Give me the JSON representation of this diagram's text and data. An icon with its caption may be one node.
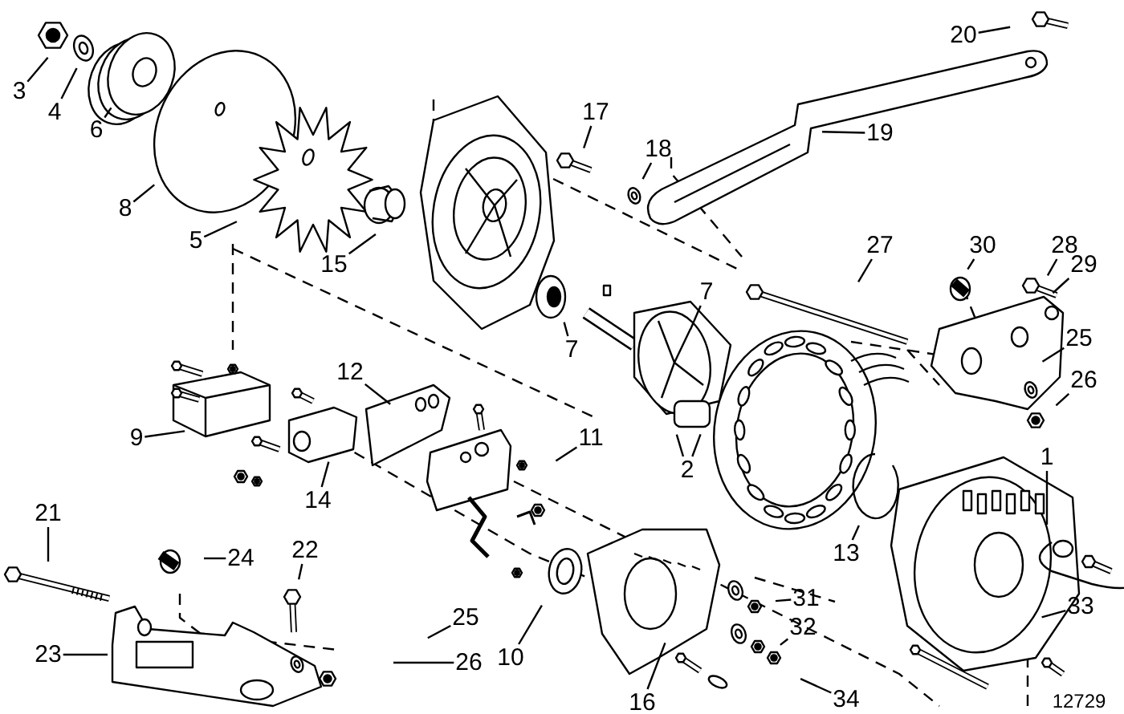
{
  "diagram": {
    "nodes": [
      {
        "text": [
          "3"
        ]
      },
      {
        "text": [
          "4"
        ]
      },
      {
        "text": [
          "6"
        ]
      },
      {
        "text": [
          "8"
        ]
      },
      {
        "text": [
          "5"
        ]
      },
      {
        "text": [
          "15"
        ]
      },
      {
        "text": [
          "20"
        ]
      },
      {
        "text": [
          "17"
        ]
      },
      {
        "text": [
          "18"
        ]
      },
      {
        "text": [
          "19"
        ]
      },
      {
        "text": [
          "7"
        ]
      },
      {
        "text": [
          "7"
        ]
      },
      {
        "text": [
          "27"
        ]
      },
      {
        "text": [
          "30"
        ]
      },
      {
        "text": [
          "28"
        ]
      },
      {
        "text": [
          "29"
        ]
      },
      {
        "text": [
          "25"
        ]
      },
      {
        "text": [
          "26"
        ]
      },
      {
        "text": [
          "12"
        ]
      },
      {
        "text": [
          "11"
        ]
      },
      {
        "text": [
          "9"
        ]
      },
      {
        "text": [
          "14"
        ]
      },
      {
        "text": [
          "2"
        ]
      },
      {
        "text": [
          "1"
        ]
      },
      {
        "text": [
          "13"
        ]
      },
      {
        "text": [
          "21"
        ]
      },
      {
        "text": [
          "24"
        ]
      },
      {
        "text": [
          "22"
        ]
      },
      {
        "text": [
          "23"
        ]
      },
      {
        "text": [
          "25"
        ]
      },
      {
        "text": [
          "26"
        ]
      },
      {
        "text": [
          "10"
        ]
      },
      {
        "text": [
          "16"
        ]
      },
      {
        "text": [
          "31"
        ]
      },
      {
        "text": [
          "32"
        ]
      },
      {
        "text": [
          "34"
        ]
      },
      {
        "text": [
          "33"
        ]
      }
    ],
    "edges": [
      {
        "from": 0,
        "to": null,
        "arrow": "none"
      },
      {
        "from": 1,
        "to": null,
        "arrow": "none"
      },
      {
        "from": 2,
        "to": null,
        "arrow": "none"
      },
      {
        "from": 3,
        "to": null,
        "arrow": "none"
      },
      {
        "from": 4,
        "to": null,
        "arrow": "none"
      },
      {
        "from": 5,
        "to": null,
        "arrow": "none"
      },
      {
        "from": 6,
        "to": null,
        "arrow": "none"
      },
      {
        "from": 7,
        "to": null,
        "arrow": "none"
      },
      {
        "from": 8,
        "to": null,
        "arrow": "none"
      },
      {
        "from": 9,
        "to": null,
        "arrow": "none"
      },
      {
        "from": 10,
        "to": null,
        "arrow": "none"
      },
      {
        "from": 11,
        "to": null,
        "arrow": "none"
      },
      {
        "from": 12,
        "to": null,
        "arrow": "none"
      },
      {
        "from": 13,
        "to": null,
        "arrow": "none"
      },
      {
        "from": 14,
        "to": null,
        "arrow": "none"
      },
      {
        "from": 15,
        "to": null,
        "arrow": "none"
      },
      {
        "from": 16,
        "to": null,
        "arrow": "none"
      },
      {
        "from": 17,
        "to": null,
        "arrow": "none"
      },
      {
        "from": 18,
        "to": null,
        "arrow": "none"
      },
      {
        "from": 19,
        "to": null,
        "arrow": "none"
      },
      {
        "from": 20,
        "to": null,
        "arrow": "none"
      },
      {
        "from": 21,
        "to": null,
        "arrow": "none"
      },
      {
        "from": 22,
        "to": null,
        "arrow": "none"
      },
      {
        "from": 22,
        "to": null,
        "arrow": "none"
      },
      {
        "from": 23,
        "to": null,
        "arrow": "none"
      },
      {
        "from": 24,
        "to": null,
        "arrow": "none"
      },
      {
        "from": 25,
        "to": null,
        "arrow": "none"
      },
      {
        "from": 26,
        "to": null,
        "arrow": "none"
      },
      {
        "from": 27,
        "to": null,
        "arrow": "none"
      },
      {
        "from": 28,
        "to": null,
        "arrow": "none"
      },
      {
        "from": 29,
        "to": null,
        "arrow": "none"
      },
      {
        "from": 30,
        "to": null,
        "arrow": "none"
      },
      {
        "from": 31,
        "to": null,
        "arrow": "none"
      },
      {
        "from": 32,
        "to": null,
        "arrow": "none"
      },
      {
        "from": 33,
        "to": null,
        "arrow": "none"
      },
      {
        "from": 34,
        "to": null,
        "arrow": "none"
      },
      {
        "from": 35,
        "to": null,
        "arrow": "none"
      },
      {
        "from": 36,
        "to": null,
        "arrow": "none"
      }
    ],
    "labels": [
      "12729"
    ]
  }
}
